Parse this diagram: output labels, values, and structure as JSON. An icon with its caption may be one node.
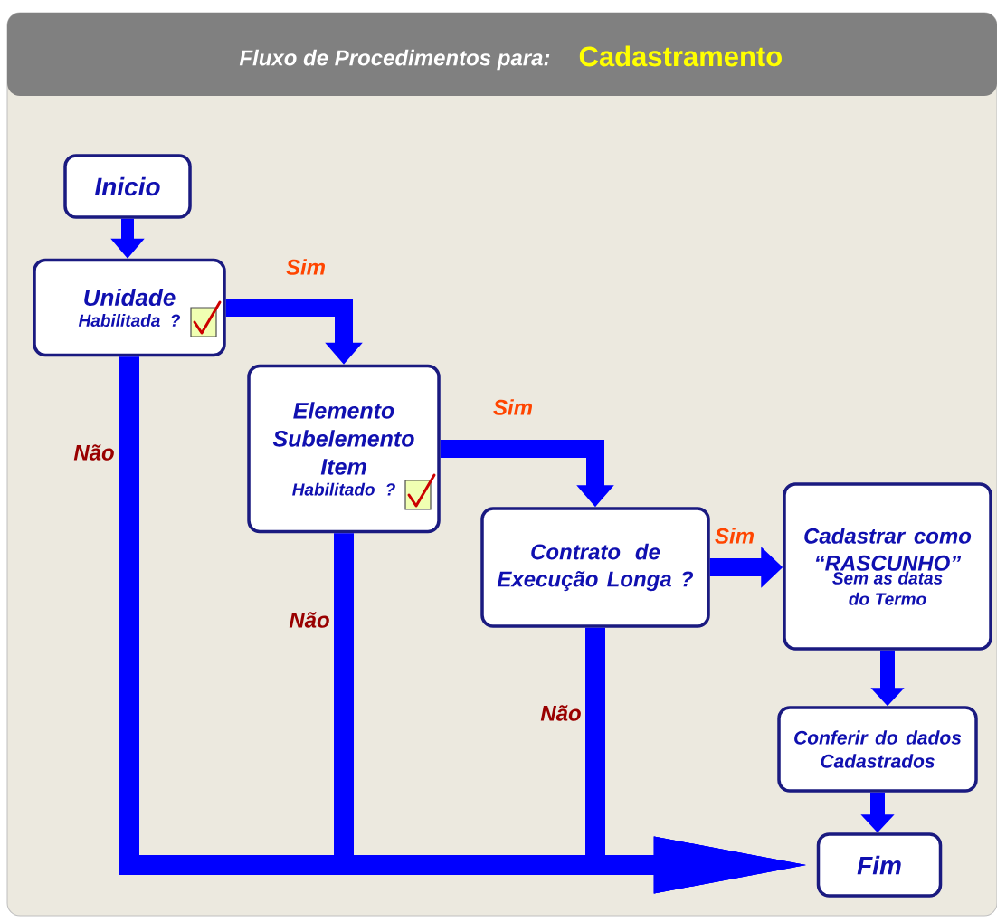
{
  "diagram": {
    "title": "Fluxo de Procedimentos para:",
    "nodes": [
      {
        "text": [
          "Inicio"
        ]
      },
      {
        "text": [
          "Unidade",
          "Habilitada ?"
        ]
      },
      {
        "text": [
          "Elemento Subelemento Item",
          "Habilitado ?"
        ]
      },
      {
        "text": [
          "Contrato de Execução Longa ?"
        ]
      },
      {
        "text": [
          "Cadastrar como “RASCUNHO”",
          "Sem as datas do Termo"
        ]
      },
      {
        "text": [
          "Conferir do dados Cadastrados"
        ]
      },
      {
        "text": [
          "Fim"
        ]
      }
    ],
    "edges": [
      {
        "from": 0,
        "to": 1,
        "arrow": "to"
      },
      {
        "from": 1,
        "to": 2,
        "arrow": "to",
        "label": "Sim"
      },
      {
        "from": 2,
        "to": 3,
        "arrow": "to",
        "label": "Sim"
      },
      {
        "from": 3,
        "to": 4,
        "arrow": "to",
        "label": "Sim"
      },
      {
        "from": 4,
        "to": 5,
        "arrow": "to"
      },
      {
        "from": 5,
        "to": 6,
        "arrow": "to"
      },
      {
        "from": 1,
        "to": 6,
        "arrow": "to",
        "label": "Não"
      },
      {
        "from": 2,
        "to": 6,
        "arrow": "to",
        "label": "Não"
      },
      {
        "from": 3,
        "to": 6,
        "arrow": "to",
        "label": "Não"
      }
    ],
    "labels": [
      "Cadastramento"
    ]
  }
}
